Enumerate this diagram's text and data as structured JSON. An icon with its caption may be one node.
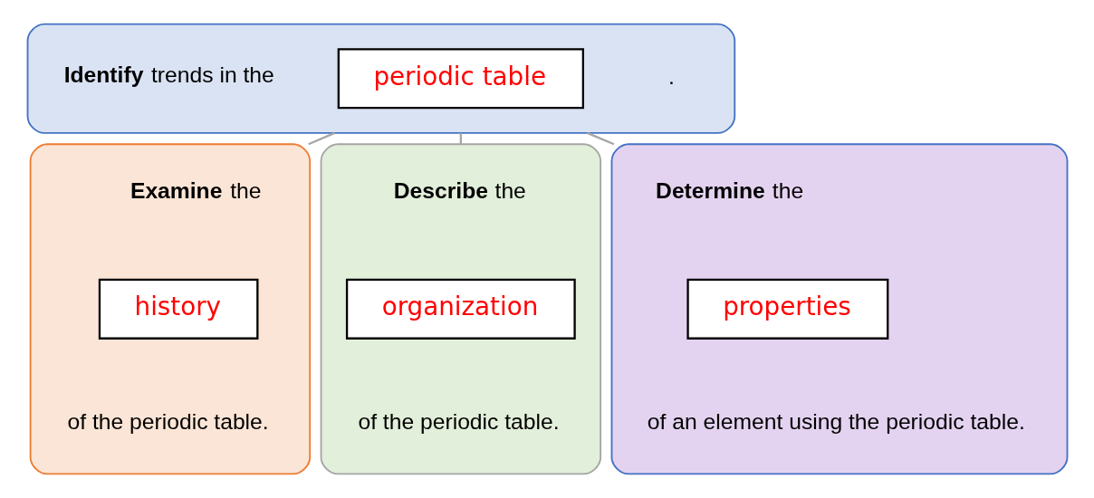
{
  "diagram": {
    "nodes": [
      {
        "text": [
          "**Identify** trends in the",
          "."
        ]
      },
      {
        "text": [
          "periodic table"
        ],
        "in": 0
      },
      {
        "text": [
          "**Examine** the",
          "of the periodic table."
        ]
      },
      {
        "text": [
          "history"
        ],
        "in": 2
      },
      {
        "text": [
          "**Describe** the",
          "of the periodic table."
        ]
      },
      {
        "text": [
          "organization"
        ],
        "in": 4
      },
      {
        "text": [
          "**Determine** the",
          "of an element using the periodic table."
        ]
      },
      {
        "text": [
          "properties"
        ],
        "in": 6
      }
    ],
    "edges": [
      {
        "from": 0,
        "to": 2,
        "arrow": "none"
      },
      {
        "from": 0,
        "to": 4,
        "arrow": "none"
      },
      {
        "from": 0,
        "to": 6,
        "arrow": "none"
      }
    ]
  }
}
